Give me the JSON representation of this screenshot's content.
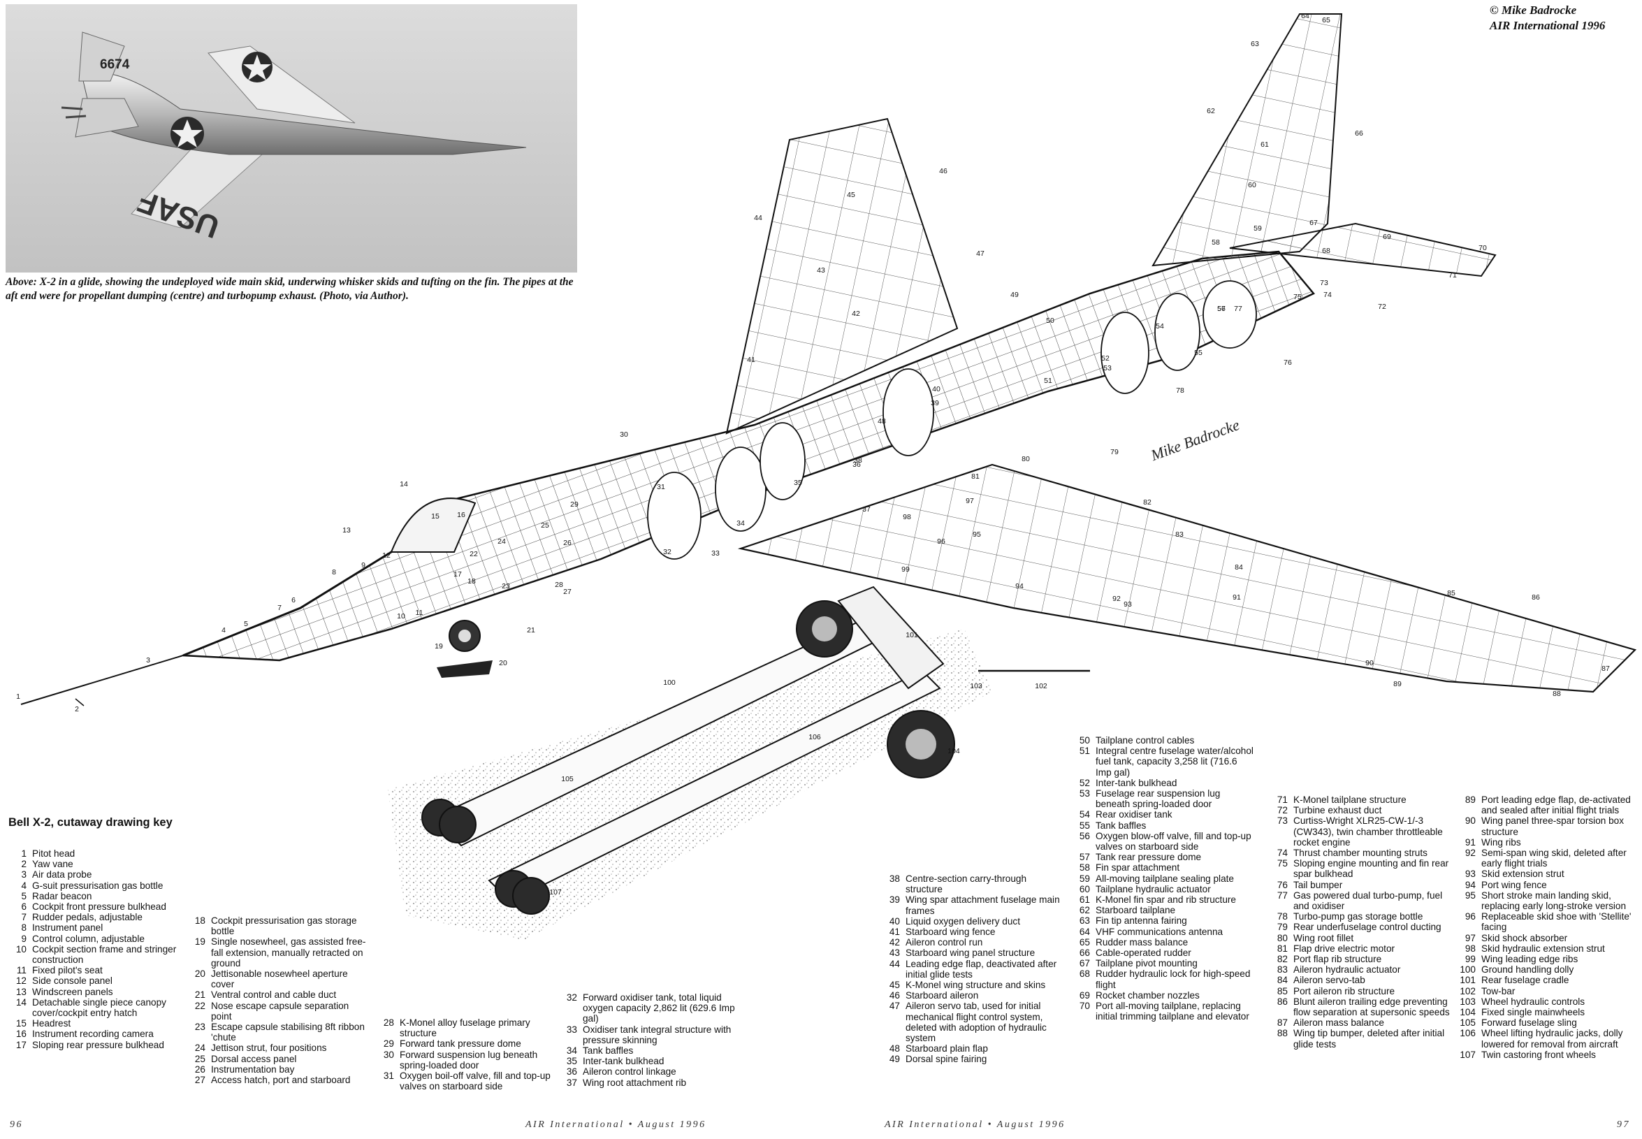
{
  "caption": "Above: X-2 in a glide, showing the undeployed wide main skid, underwing whisker skids and tufting on the fin. The pipes at the aft end were for propellant dumping (centre) and turbopump exhaust. (Photo, via Author).",
  "credit": {
    "line1": "© Mike Badrocke",
    "line2": "AIR International 1996"
  },
  "photo": {
    "serial": "6674",
    "marking": "USAF"
  },
  "signature": "Mike Badrocke",
  "key_title": "Bell X-2, cutaway drawing key",
  "key_columns": [
    [
      {
        "n": "1",
        "t": "Pitot head"
      },
      {
        "n": "2",
        "t": "Yaw vane"
      },
      {
        "n": "3",
        "t": "Air data probe"
      },
      {
        "n": "4",
        "t": "G-suit pressurisation gas bottle"
      },
      {
        "n": "5",
        "t": "Radar beacon"
      },
      {
        "n": "6",
        "t": "Cockpit front pressure bulkhead"
      },
      {
        "n": "7",
        "t": "Rudder pedals, adjustable"
      },
      {
        "n": "8",
        "t": "Instrument panel"
      },
      {
        "n": "9",
        "t": "Control column, adjustable"
      },
      {
        "n": "10",
        "t": "Cockpit section frame and stringer construction"
      },
      {
        "n": "11",
        "t": "Fixed pilot's seat"
      },
      {
        "n": "12",
        "t": "Side console panel"
      },
      {
        "n": "13",
        "t": "Windscreen panels"
      },
      {
        "n": "14",
        "t": "Detachable single piece canopy cover/cockpit entry hatch"
      },
      {
        "n": "15",
        "t": "Headrest"
      },
      {
        "n": "16",
        "t": "Instrument recording camera"
      },
      {
        "n": "17",
        "t": "Sloping rear pressure bulkhead"
      }
    ],
    [
      {
        "n": "18",
        "t": "Cockpit pressurisation gas storage bottle"
      },
      {
        "n": "19",
        "t": "Single nosewheel, gas assisted free-fall extension, manually retracted on ground"
      },
      {
        "n": "20",
        "t": "Jettisonable nosewheel aperture cover"
      },
      {
        "n": "21",
        "t": "Ventral control and cable duct"
      },
      {
        "n": "22",
        "t": "Nose escape capsule separation point"
      },
      {
        "n": "23",
        "t": "Escape capsule stabilising 8ft ribbon 'chute"
      },
      {
        "n": "24",
        "t": "Jettison strut, four positions"
      },
      {
        "n": "25",
        "t": "Dorsal access panel"
      },
      {
        "n": "26",
        "t": "Instrumentation bay"
      },
      {
        "n": "27",
        "t": "Access hatch, port and starboard"
      }
    ],
    [
      {
        "n": "28",
        "t": "K-Monel alloy fuselage primary structure"
      },
      {
        "n": "29",
        "t": "Forward tank pressure dome"
      },
      {
        "n": "30",
        "t": "Forward suspension lug beneath spring-loaded door"
      },
      {
        "n": "31",
        "t": "Oxygen boil-off valve, fill and top-up valves on starboard side"
      }
    ],
    [
      {
        "n": "32",
        "t": "Forward oxidiser tank, total liquid oxygen capacity 2,862 lit (629.6 Imp gal)"
      },
      {
        "n": "33",
        "t": "Oxidiser tank integral structure with pressure skinning"
      },
      {
        "n": "34",
        "t": "Tank baffles"
      },
      {
        "n": "35",
        "t": "Inter-tank bulkhead"
      },
      {
        "n": "36",
        "t": "Aileron control linkage"
      },
      {
        "n": "37",
        "t": "Wing root attachment rib"
      }
    ],
    [
      {
        "n": "38",
        "t": "Centre-section carry-through structure"
      },
      {
        "n": "39",
        "t": "Wing spar attachment fuselage main frames"
      },
      {
        "n": "40",
        "t": "Liquid oxygen delivery duct"
      },
      {
        "n": "41",
        "t": "Starboard wing fence"
      },
      {
        "n": "42",
        "t": "Aileron control run"
      },
      {
        "n": "43",
        "t": "Starboard wing panel structure"
      },
      {
        "n": "44",
        "t": "Leading edge flap, deactivated after initial glide tests"
      },
      {
        "n": "45",
        "t": "K-Monel wing structure and skins"
      },
      {
        "n": "46",
        "t": "Starboard aileron"
      },
      {
        "n": "47",
        "t": "Aileron servo tab, used for initial mechanical flight control system, deleted with adoption of hydraulic system"
      },
      {
        "n": "48",
        "t": "Starboard plain flap"
      },
      {
        "n": "49",
        "t": "Dorsal spine fairing"
      }
    ],
    [
      {
        "n": "50",
        "t": "Tailplane control cables"
      },
      {
        "n": "51",
        "t": "Integral centre fuselage water/alcohol fuel tank, capacity 3,258 lit (716.6 Imp gal)"
      },
      {
        "n": "52",
        "t": "Inter-tank bulkhead"
      },
      {
        "n": "53",
        "t": "Fuselage rear suspension lug beneath spring-loaded door"
      },
      {
        "n": "54",
        "t": "Rear oxidiser tank"
      },
      {
        "n": "55",
        "t": "Tank baffles"
      },
      {
        "n": "56",
        "t": "Oxygen blow-off valve, fill and top-up valves on starboard side"
      },
      {
        "n": "57",
        "t": "Tank rear pressure dome"
      },
      {
        "n": "58",
        "t": "Fin spar attachment"
      },
      {
        "n": "59",
        "t": "All-moving tailplane sealing plate"
      },
      {
        "n": "60",
        "t": "Tailplane hydraulic actuator"
      },
      {
        "n": "61",
        "t": "K-Monel fin spar and rib structure"
      },
      {
        "n": "62",
        "t": "Starboard tailplane"
      },
      {
        "n": "63",
        "t": "Fin tip antenna fairing"
      },
      {
        "n": "64",
        "t": "VHF communications antenna"
      },
      {
        "n": "65",
        "t": "Rudder mass balance"
      },
      {
        "n": "66",
        "t": "Cable-operated rudder"
      },
      {
        "n": "67",
        "t": "Tailplane pivot mounting"
      },
      {
        "n": "68",
        "t": "Rudder hydraulic lock for high-speed flight"
      },
      {
        "n": "69",
        "t": "Rocket chamber nozzles"
      },
      {
        "n": "70",
        "t": "Port all-moving tailplane, replacing initial trimming tailplane and elevator"
      }
    ],
    [
      {
        "n": "71",
        "t": "K-Monel tailplane structure"
      },
      {
        "n": "72",
        "t": "Turbine exhaust duct"
      },
      {
        "n": "73",
        "t": "Curtiss-Wright XLR25-CW-1/-3 (CW343), twin chamber throttleable rocket engine"
      },
      {
        "n": "74",
        "t": "Thrust chamber mounting struts"
      },
      {
        "n": "75",
        "t": "Sloping engine mounting and fin rear spar bulkhead"
      },
      {
        "n": "76",
        "t": "Tail bumper"
      },
      {
        "n": "77",
        "t": "Gas powered dual turbo-pump, fuel and oxidiser"
      },
      {
        "n": "78",
        "t": "Turbo-pump gas storage bottle"
      },
      {
        "n": "79",
        "t": "Rear underfuselage control ducting"
      },
      {
        "n": "80",
        "t": "Wing root fillet"
      },
      {
        "n": "81",
        "t": "Flap drive electric motor"
      },
      {
        "n": "82",
        "t": "Port flap rib structure"
      },
      {
        "n": "83",
        "t": "Aileron hydraulic actuator"
      },
      {
        "n": "84",
        "t": "Aileron servo-tab"
      },
      {
        "n": "85",
        "t": "Port aileron rib structure"
      },
      {
        "n": "86",
        "t": "Blunt aileron trailing edge preventing flow separation at supersonic speeds"
      },
      {
        "n": "87",
        "t": "Aileron mass balance"
      },
      {
        "n": "88",
        "t": "Wing tip bumper, deleted after initial glide tests"
      }
    ],
    [
      {
        "n": "89",
        "t": "Port leading edge flap, de-activated and sealed after initial flight trials"
      },
      {
        "n": "90",
        "t": "Wing panel three-spar torsion box structure"
      },
      {
        "n": "91",
        "t": "Wing ribs"
      },
      {
        "n": "92",
        "t": "Semi-span wing skid, deleted after early flight trials"
      },
      {
        "n": "93",
        "t": "Skid extension strut"
      },
      {
        "n": "94",
        "t": "Port wing fence"
      },
      {
        "n": "95",
        "t": "Short stroke main landing skid, replacing early long-stroke version"
      },
      {
        "n": "96",
        "t": "Replaceable skid shoe with 'Stellite' facing"
      },
      {
        "n": "97",
        "t": "Skid shock absorber"
      },
      {
        "n": "98",
        "t": "Skid hydraulic extension strut"
      },
      {
        "n": "99",
        "t": "Wing leading edge ribs"
      },
      {
        "n": "100",
        "t": "Ground handling dolly"
      },
      {
        "n": "101",
        "t": "Rear fuselage cradle"
      },
      {
        "n": "102",
        "t": "Tow-bar"
      },
      {
        "n": "103",
        "t": "Wheel hydraulic controls"
      },
      {
        "n": "104",
        "t": "Fixed single mainwheels"
      },
      {
        "n": "105",
        "t": "Forward fuselage sling"
      },
      {
        "n": "106",
        "t": "Wheel lifting hydraulic jacks, dolly lowered for removal from aircraft"
      },
      {
        "n": "107",
        "t": "Twin castoring front wheels"
      }
    ]
  ],
  "footer": {
    "left_page": "96",
    "left_title": "AIR International • August 1996",
    "right_title": "AIR International • August 1996",
    "right_page": "97"
  },
  "callouts": [
    "1",
    "2",
    "3",
    "4",
    "5",
    "6",
    "7",
    "8",
    "9",
    "10",
    "11",
    "12",
    "13",
    "14",
    "15",
    "16",
    "17",
    "18",
    "19",
    "20",
    "21",
    "22",
    "23",
    "24",
    "25",
    "26",
    "27",
    "28",
    "29",
    "30",
    "31",
    "32",
    "33",
    "34",
    "35",
    "36",
    "37",
    "38",
    "39",
    "40",
    "41",
    "42",
    "43",
    "44",
    "45",
    "46",
    "47",
    "48",
    "49",
    "50",
    "51",
    "52",
    "53",
    "54",
    "55",
    "56",
    "57",
    "58",
    "59",
    "60",
    "61",
    "62",
    "63",
    "64",
    "65",
    "66",
    "67",
    "68",
    "69",
    "70",
    "71",
    "72",
    "73",
    "74",
    "75",
    "76",
    "77",
    "78",
    "79",
    "80",
    "81",
    "82",
    "83",
    "84",
    "85",
    "86",
    "87",
    "88",
    "89",
    "90",
    "91",
    "92",
    "93",
    "94",
    "95",
    "96",
    "97",
    "98",
    "99",
    "100",
    "101",
    "102",
    "103",
    "104",
    "105",
    "106",
    "107"
  ]
}
